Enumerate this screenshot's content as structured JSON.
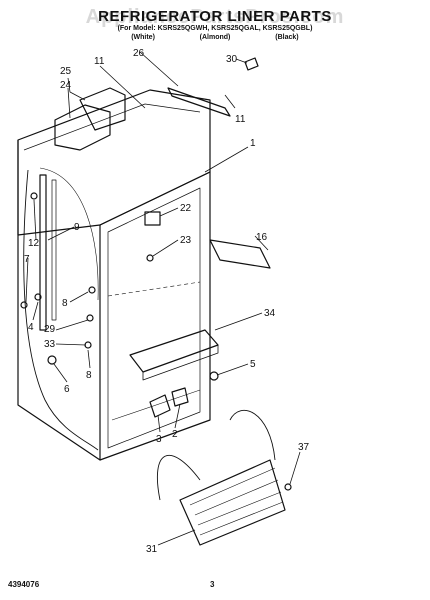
{
  "header": {
    "title": "REFRIGERATOR LINER PARTS",
    "models": "(For Model: KSRS25QGWH, KSRS25QGAL, KSRS25QGBL)",
    "colors": [
      "(White)",
      "(Almond)",
      "(Black)"
    ],
    "watermark": "AppliancePartsPros.com"
  },
  "footer": {
    "doc_number": "4394076",
    "page_number": "3"
  },
  "callouts": [
    "30",
    "26",
    "25",
    "11",
    "24",
    "11",
    "1",
    "22",
    "12",
    "9",
    "23",
    "16",
    "7",
    "8",
    "4",
    "29",
    "34",
    "33",
    "8",
    "5",
    "6",
    "3",
    "2",
    "37",
    "31"
  ]
}
